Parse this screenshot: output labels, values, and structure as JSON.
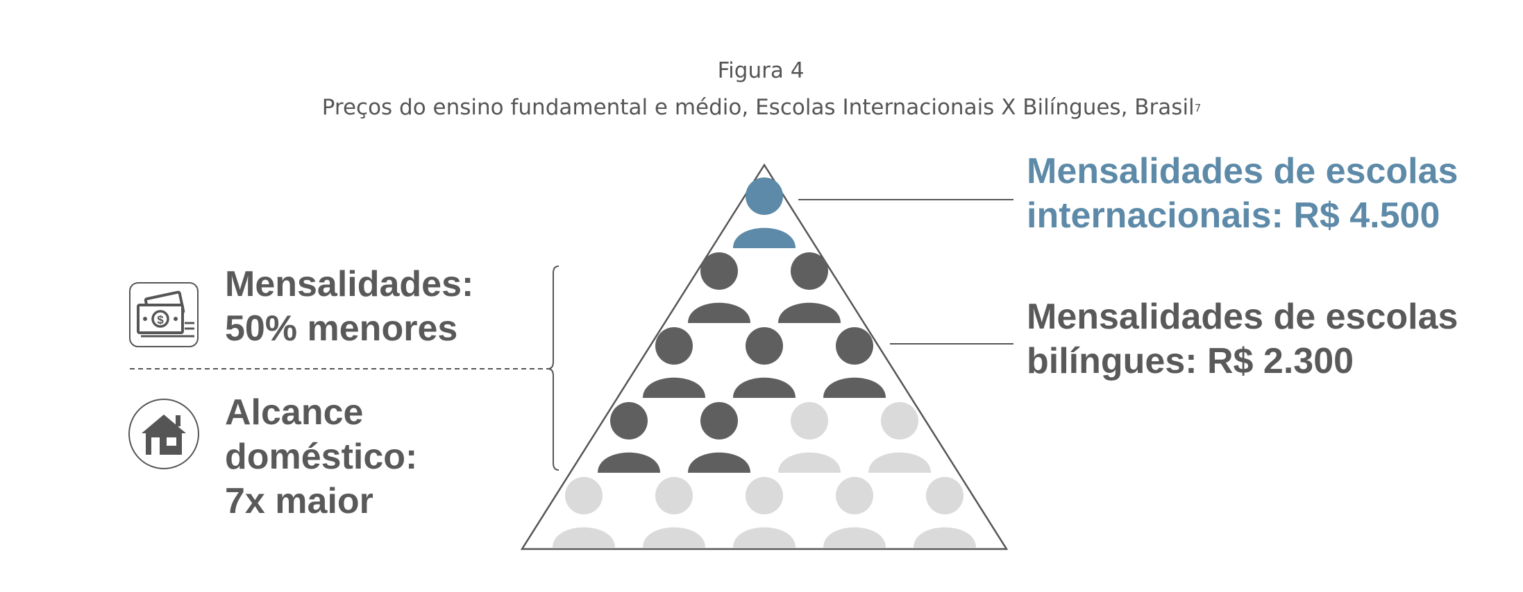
{
  "figure": {
    "label": "Figura 4",
    "caption": "Preços do ensino fundamental e médio, Escolas Internacionais X Bilíngues, Brasil",
    "footnote_marker": "7"
  },
  "right_labels": {
    "international": {
      "line1": "Mensalidades de escolas",
      "line2": "internacionais: R$ 4.500"
    },
    "bilingual": {
      "line1": "Mensalidades de escolas",
      "line2": "bilíngues: R$ 2.300"
    }
  },
  "left_labels": {
    "fees": {
      "line1": "Mensalidades:",
      "line2": "50% menores",
      "icon": "money-icon"
    },
    "reach": {
      "line1": "Alcance",
      "line2": "doméstico:",
      "line3": "7x maior",
      "icon": "house-icon"
    }
  },
  "pyramid": {
    "rows": [
      [
        "blue"
      ],
      [
        "dark",
        "dark"
      ],
      [
        "dark",
        "dark",
        "dark"
      ],
      [
        "dark",
        "dark",
        "light",
        "light"
      ],
      [
        "light",
        "light",
        "light",
        "light",
        "light"
      ]
    ]
  },
  "colors": {
    "blue": "#5d8aa8",
    "dark": "#5f5f5f",
    "light": "#dadada",
    "text": "#595959",
    "line": "#555555"
  }
}
